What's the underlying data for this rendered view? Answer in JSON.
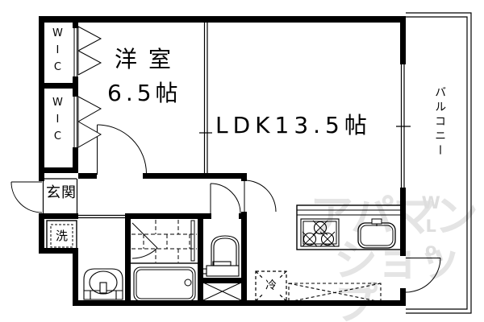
{
  "floorplan": {
    "rooms": {
      "wic1": {
        "label": "WIC"
      },
      "wic2": {
        "label": "WIC"
      },
      "western_room": {
        "name": "洋室",
        "size": "6.5帖"
      },
      "ldk": {
        "label": "LDK13.5帖"
      },
      "genkan": {
        "label": "玄関"
      },
      "balcony": {
        "label": "バルコニー"
      }
    },
    "fixtures": {
      "laundry_pan": {
        "label": "洗"
      },
      "refrigerator": {
        "label": "冷"
      }
    },
    "watermark": {
      "line1": "アパマン",
      "line2": "ショップ",
      "vertical_letters": "WLo"
    },
    "colors": {
      "line": "#000000",
      "background": "#ffffff",
      "watermark": "#e4e4e4"
    }
  }
}
